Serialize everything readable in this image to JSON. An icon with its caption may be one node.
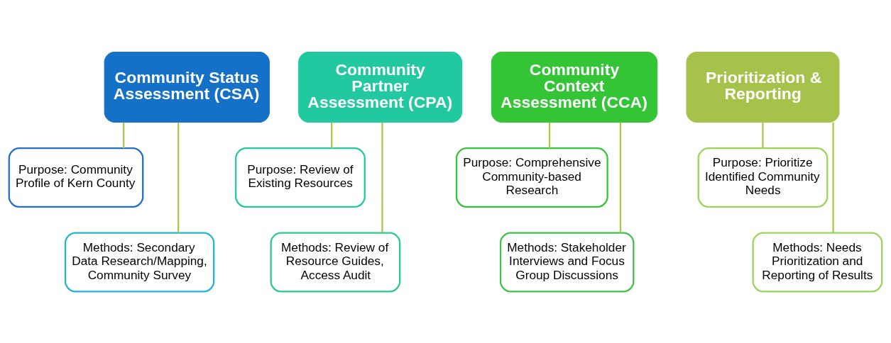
{
  "diagram": {
    "nodes": [
      {
        "text": [
          "Community Status Assessment (CSA)"
        ]
      },
      {
        "text": [
          "Purpose: Community Profile of Kern County"
        ]
      },
      {
        "text": [
          "Methods: Secondary Data Research/Mapping, Community Survey"
        ]
      },
      {
        "text": [
          "Community Partner Assessment (CPA)"
        ]
      },
      {
        "text": [
          "Purpose: Review of Existing Resources"
        ]
      },
      {
        "text": [
          "Methods: Review of Resource Guides, Access Audit"
        ]
      },
      {
        "text": [
          "Community Context Assessment (CCA)"
        ]
      },
      {
        "text": [
          "Purpose: Comprehensive Community-based Research"
        ]
      },
      {
        "text": [
          "Methods: Stakeholder Interviews and Focus Group Discussions"
        ]
      },
      {
        "text": [
          "Prioritization & Reporting"
        ]
      },
      {
        "text": [
          "Purpose: Prioritize Identified Community Needs"
        ]
      },
      {
        "text": [
          "Methods: Needs Prioritization and Reporting of Results"
        ]
      }
    ],
    "edges": [
      {
        "from": 0,
        "to": 1,
        "arrow": "none"
      },
      {
        "from": 0,
        "to": 2,
        "arrow": "none"
      },
      {
        "from": 3,
        "to": 4,
        "arrow": "none"
      },
      {
        "from": 3,
        "to": 5,
        "arrow": "none"
      },
      {
        "from": 6,
        "to": 7,
        "arrow": "none"
      },
      {
        "from": 6,
        "to": 8,
        "arrow": "none"
      },
      {
        "from": 9,
        "to": 10,
        "arrow": "none"
      },
      {
        "from": 9,
        "to": 11,
        "arrow": "none"
      }
    ]
  }
}
